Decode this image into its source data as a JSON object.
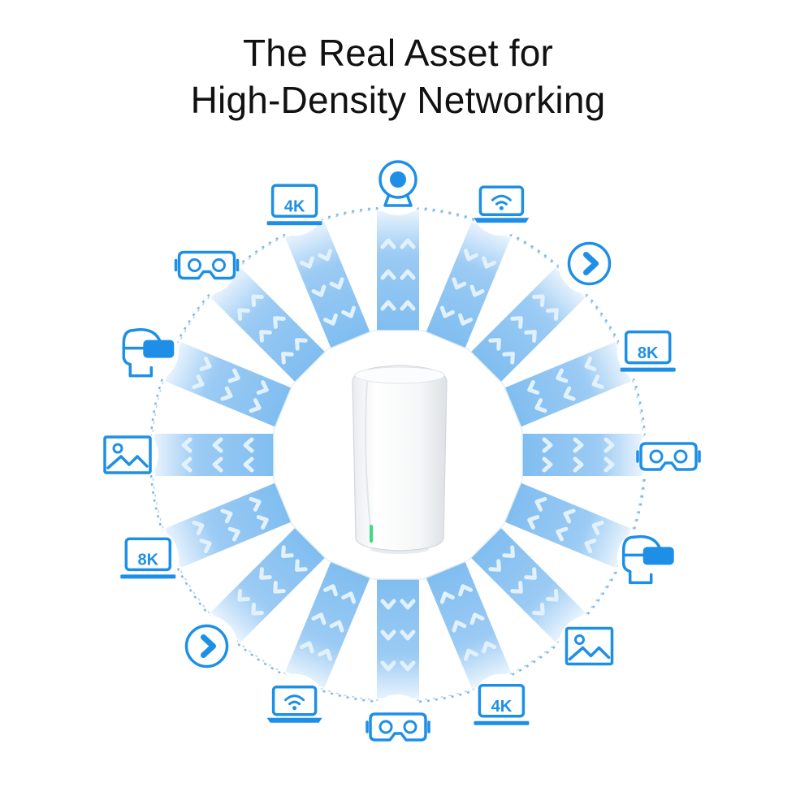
{
  "header": {
    "title_line1": "The Real Asset for",
    "title_line2": "High-Density Networking"
  },
  "colors": {
    "accent": "#1E8FE6",
    "beam": "#9CCBF4",
    "beam_fade": "#E8F3FD",
    "arrow": "#E3F1FD",
    "dash": "#7DB8E8",
    "router_body": "#F4F6F8",
    "router_led": "#3DDC84"
  },
  "hub": {
    "device": "router-icon"
  },
  "devices": [
    {
      "icon": "camera-icon",
      "label": ""
    },
    {
      "icon": "laptop-wifi-icon",
      "label": ""
    },
    {
      "icon": "play-icon",
      "label": ""
    },
    {
      "icon": "monitor-icon",
      "label": "8K"
    },
    {
      "icon": "vr-goggles-icon",
      "label": ""
    },
    {
      "icon": "vr-headset-icon",
      "label": ""
    },
    {
      "icon": "image-icon",
      "label": ""
    },
    {
      "icon": "monitor-icon",
      "label": "4K"
    },
    {
      "icon": "vr-goggles-icon",
      "label": ""
    },
    {
      "icon": "laptop-wifi-icon",
      "label": ""
    },
    {
      "icon": "play-icon",
      "label": ""
    },
    {
      "icon": "monitor-icon",
      "label": "8K"
    },
    {
      "icon": "image-icon",
      "label": ""
    },
    {
      "icon": "vr-headset-icon",
      "label": ""
    },
    {
      "icon": "vr-goggles-icon",
      "label": ""
    },
    {
      "icon": "monitor-icon",
      "label": "4K"
    }
  ]
}
